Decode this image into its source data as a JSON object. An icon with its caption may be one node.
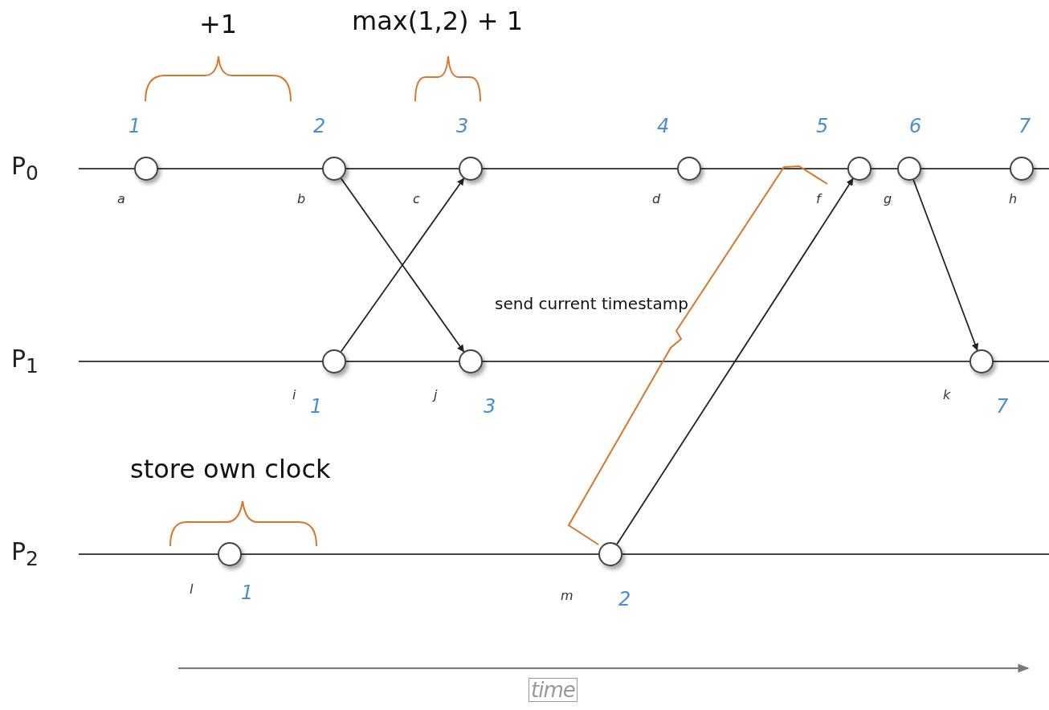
{
  "diagram": {
    "nodes": [
      {
        "text": [],
        "shape": "circle",
        "beside": [
          "1",
          "a"
        ]
      },
      {
        "text": [],
        "shape": "circle",
        "beside": [
          "2",
          "b"
        ]
      },
      {
        "text": [],
        "shape": "circle",
        "beside": [
          "3",
          "c"
        ]
      },
      {
        "text": [],
        "shape": "circle",
        "beside": [
          "4",
          "d"
        ]
      },
      {
        "text": [],
        "shape": "circle",
        "beside": [
          "5",
          "f"
        ]
      },
      {
        "text": [],
        "shape": "circle",
        "beside": [
          "6",
          "g"
        ]
      },
      {
        "text": [],
        "shape": "circle",
        "beside": [
          "7",
          "h"
        ]
      },
      {
        "text": [],
        "shape": "circle",
        "beside": [
          "i",
          "1"
        ]
      },
      {
        "text": [],
        "shape": "circle",
        "beside": [
          "j",
          "3"
        ]
      },
      {
        "text": [],
        "shape": "circle",
        "beside": [
          "k",
          "7"
        ]
      },
      {
        "text": [],
        "shape": "circle",
        "beside": [
          "l",
          "1"
        ]
      },
      {
        "text": [],
        "shape": "circle",
        "beside": [
          "m",
          "2"
        ]
      }
    ],
    "edges": [
      {
        "from": 1,
        "to": 8,
        "arrow": "to"
      },
      {
        "from": 7,
        "to": 2,
        "arrow": "to"
      },
      {
        "from": 11,
        "to": 4,
        "arrow": "to"
      },
      {
        "from": 5,
        "to": 9,
        "arrow": "to"
      }
    ],
    "labels": [
      "+1",
      "max(1,2) + 1",
      "P$_{0}$",
      "send current timestamp",
      "P$_{1}$",
      "store own clock",
      "P$_{2}$",
      "time"
    ]
  }
}
